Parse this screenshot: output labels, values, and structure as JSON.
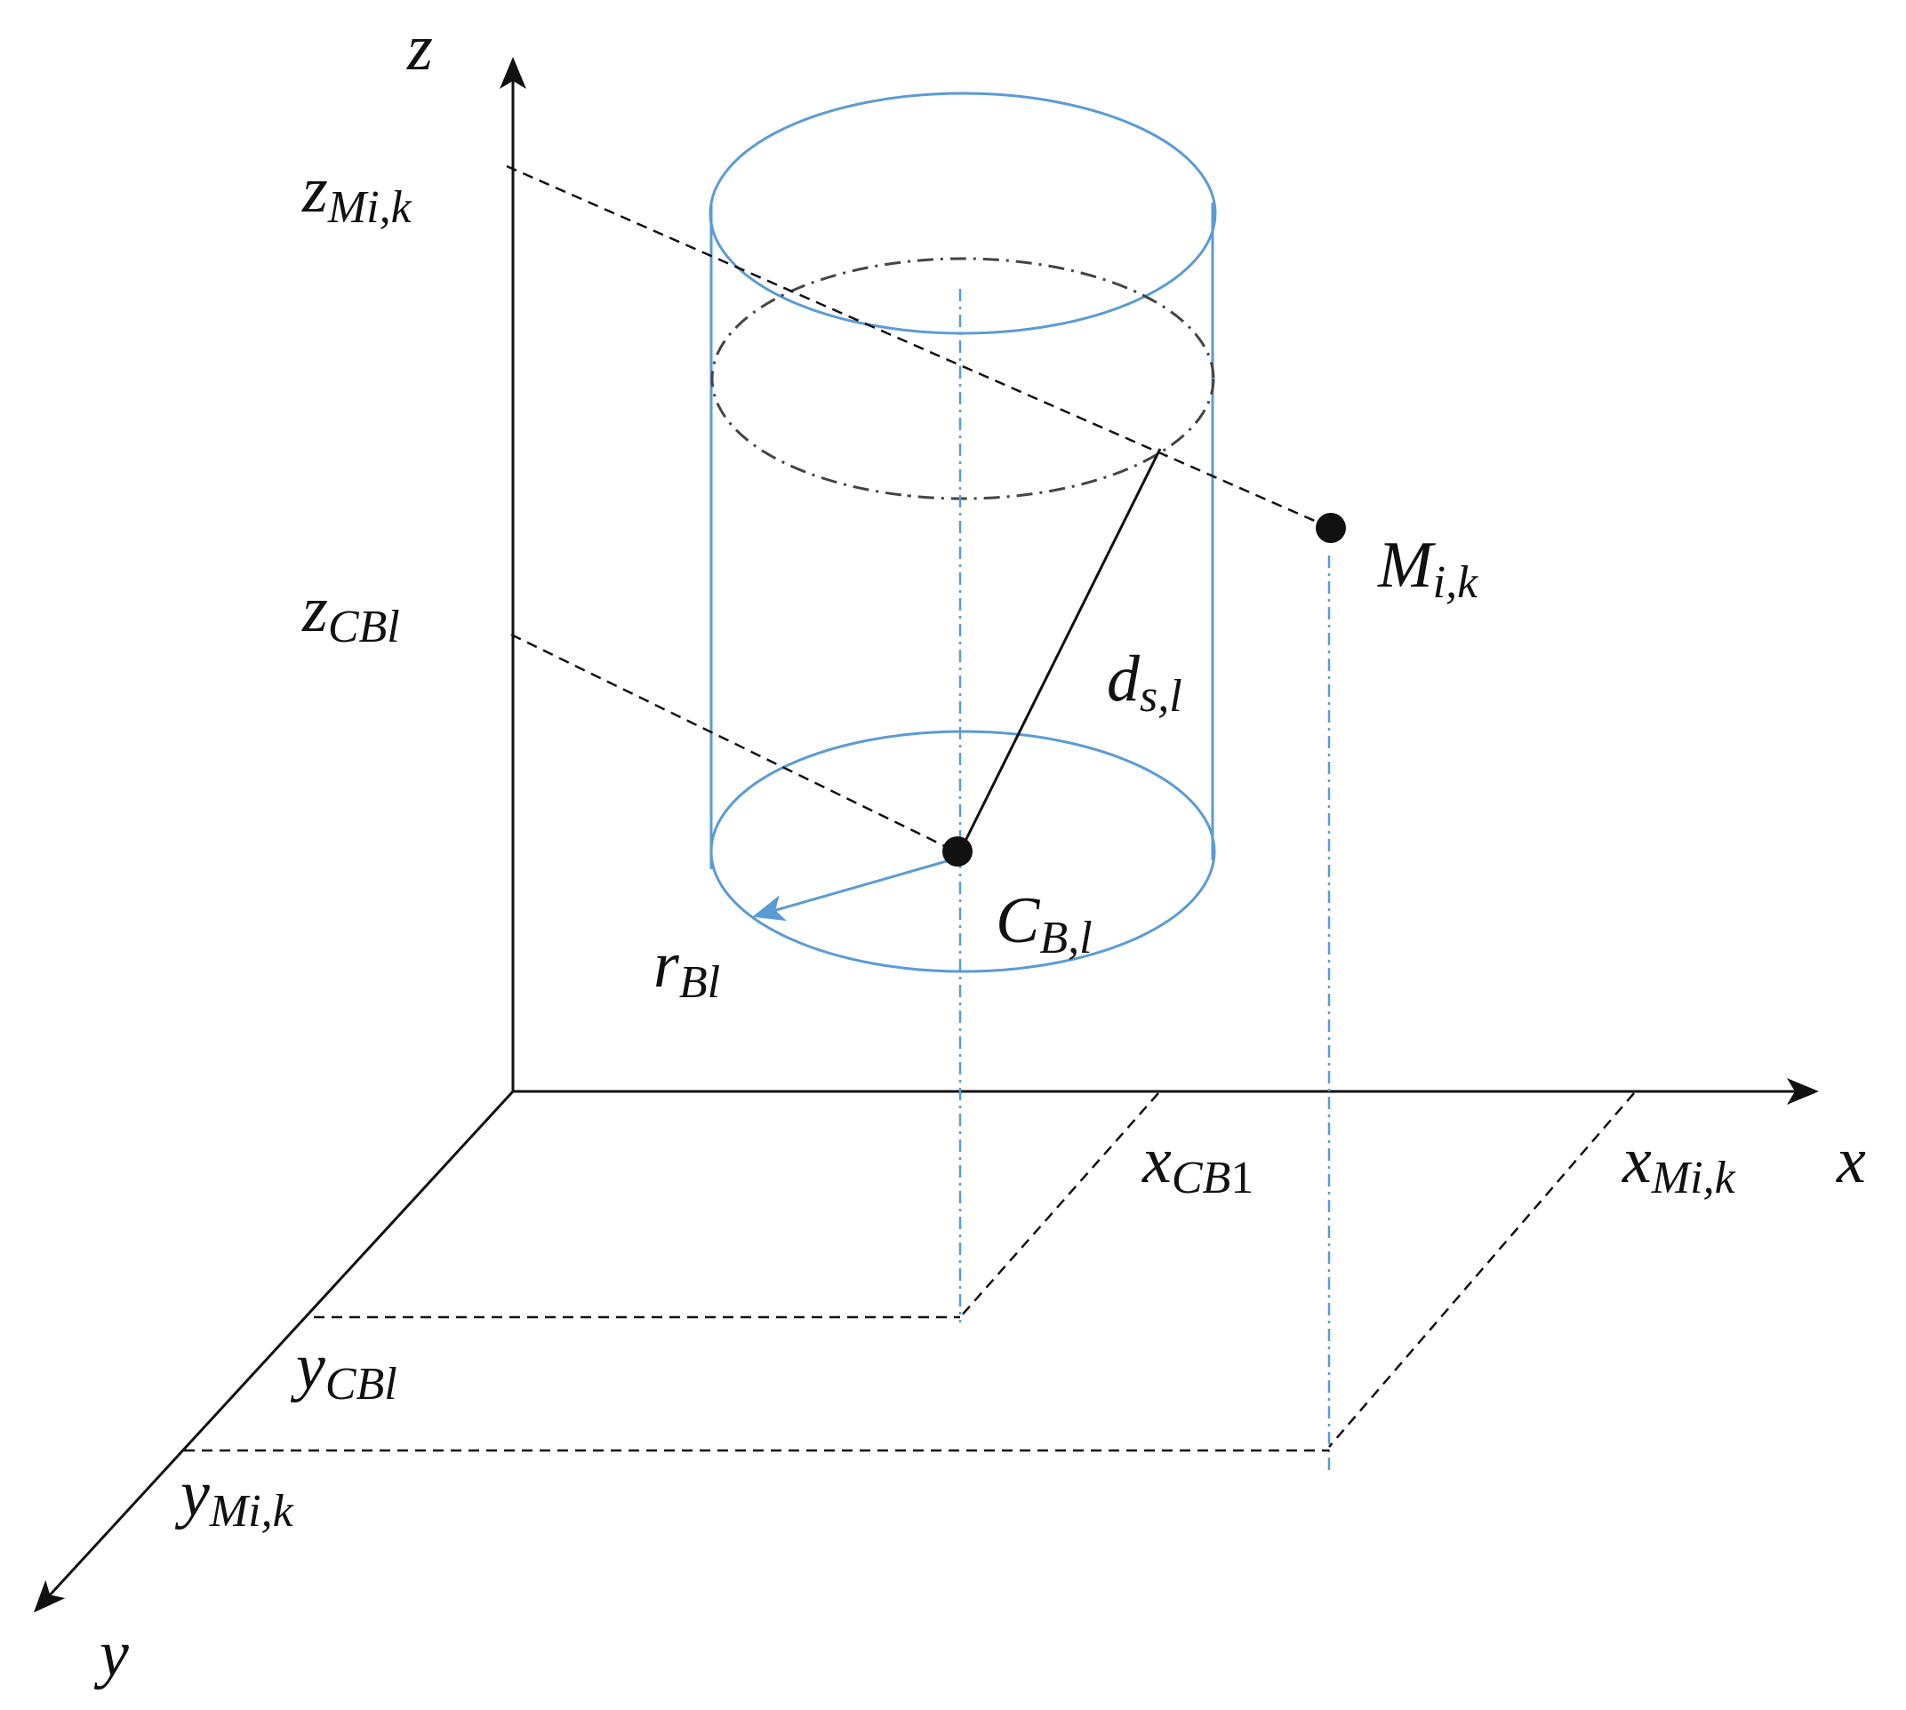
{
  "colors": {
    "ink": "#111111",
    "cylinder": "#5b9bd5",
    "projection": "#5b9bd5",
    "background": "#ffffff"
  },
  "axes": {
    "x": "x",
    "y": "y",
    "z": "z"
  },
  "points": {
    "M": {
      "base": "M",
      "sub": "i,k"
    },
    "C": {
      "base": "C",
      "sub": "B,l"
    }
  },
  "labels": {
    "z_M": {
      "base": "z",
      "sub": "Mi,k"
    },
    "z_CB": {
      "base": "z",
      "sub": "CBl"
    },
    "x_CB": {
      "base": "x",
      "sub": "CB",
      "tail": "1"
    },
    "x_M": {
      "base": "x",
      "sub": "Mi,k"
    },
    "y_CB": {
      "base": "y",
      "sub": "CBl"
    },
    "y_M": {
      "base": "y",
      "sub": "Mi,k"
    },
    "d": {
      "base": "d",
      "sub": "s,l"
    },
    "r": {
      "base": "r",
      "sub": "Bl"
    }
  }
}
